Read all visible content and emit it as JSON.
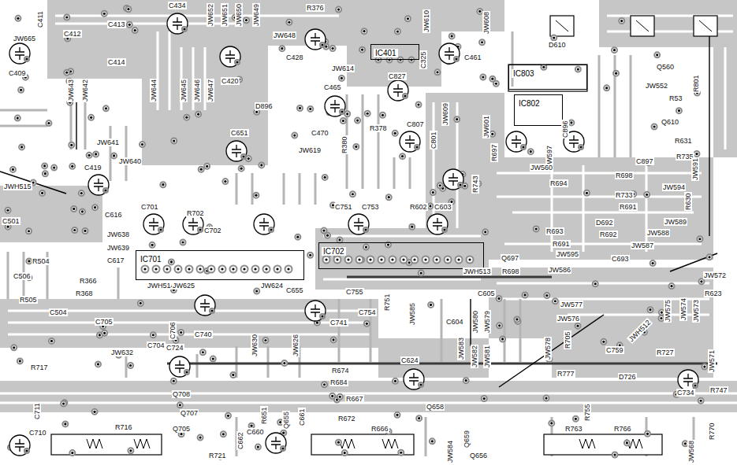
{
  "diagram": {
    "nodes": [
      {
        "text": [
          "IC401"
        ]
      },
      {
        "text": [
          "IC803"
        ]
      },
      {
        "text": [
          "IC802"
        ]
      },
      {
        "text": [
          "IC702"
        ]
      },
      {
        "text": [
          "IC701"
        ]
      }
    ],
    "labels": [
      "C411",
      "C434",
      "R376",
      "JW665",
      "C412",
      "C413",
      "C414",
      "C409",
      "JW652",
      "JW651",
      "JW650",
      "JW649",
      "JW648",
      "C420",
      "C428",
      "JW610",
      "C325",
      "C461",
      "JW608",
      "D610",
      "JW614",
      "C465",
      "C827",
      "C807",
      "Q560",
      "R801",
      "JW552",
      "R53",
      "Q610",
      "R631",
      "R735",
      "C897",
      "JW643",
      "JW642",
      "JW644",
      "JW645",
      "JW646",
      "JW647",
      "D896",
      "C470",
      "JW619",
      "R378",
      "R380",
      "C651",
      "JW641",
      "JW640",
      "C419",
      "JWH515",
      "C616",
      "C501",
      "JW638",
      "JW639",
      "C617",
      "C701",
      "R702",
      "C702",
      "C751",
      "C753",
      "R602",
      "C603",
      "R743",
      "C801",
      "JW601",
      "R697",
      "JW609",
      "C896",
      "JW597",
      "JW560",
      "R694",
      "R698",
      "R733",
      "R691",
      "JW594",
      "JW591",
      "R630",
      "R693",
      "R691",
      "D692",
      "R692",
      "JW589",
      "JW588",
      "JW587",
      "C693",
      "Q697",
      "JW595",
      "JW586",
      "JWH513",
      "R698",
      "JWH514",
      "JW625",
      "JW624",
      "C655",
      "C741",
      "C755",
      "C754",
      "R751",
      "C605",
      "C604",
      "JW585",
      "R504",
      "C506",
      "R366",
      "R368",
      "R505",
      "C504",
      "C705",
      "C706",
      "C704",
      "C740",
      "JW632",
      "C724",
      "R717",
      "C711",
      "C710",
      "R716",
      "Q708",
      "Q707",
      "Q705",
      "R721",
      "C662",
      "C660",
      "R651",
      "Q655",
      "C661",
      "R674",
      "R684",
      "R667",
      "R672",
      "R666",
      "JW630",
      "JW626",
      "C624",
      "Q658",
      "Q659",
      "Q656",
      "JW584",
      "JW583",
      "JW582",
      "JW581",
      "JW580",
      "JW579",
      "JW577",
      "JW576",
      "JW578",
      "R705",
      "R777",
      "C759",
      "D726",
      "R727",
      "C734",
      "R755",
      "R766",
      "R763",
      "JW572",
      "R623",
      "JW573",
      "JW574",
      "JW575",
      "JW571",
      "JW568",
      "R747",
      "R770",
      "JWH512"
    ]
  }
}
